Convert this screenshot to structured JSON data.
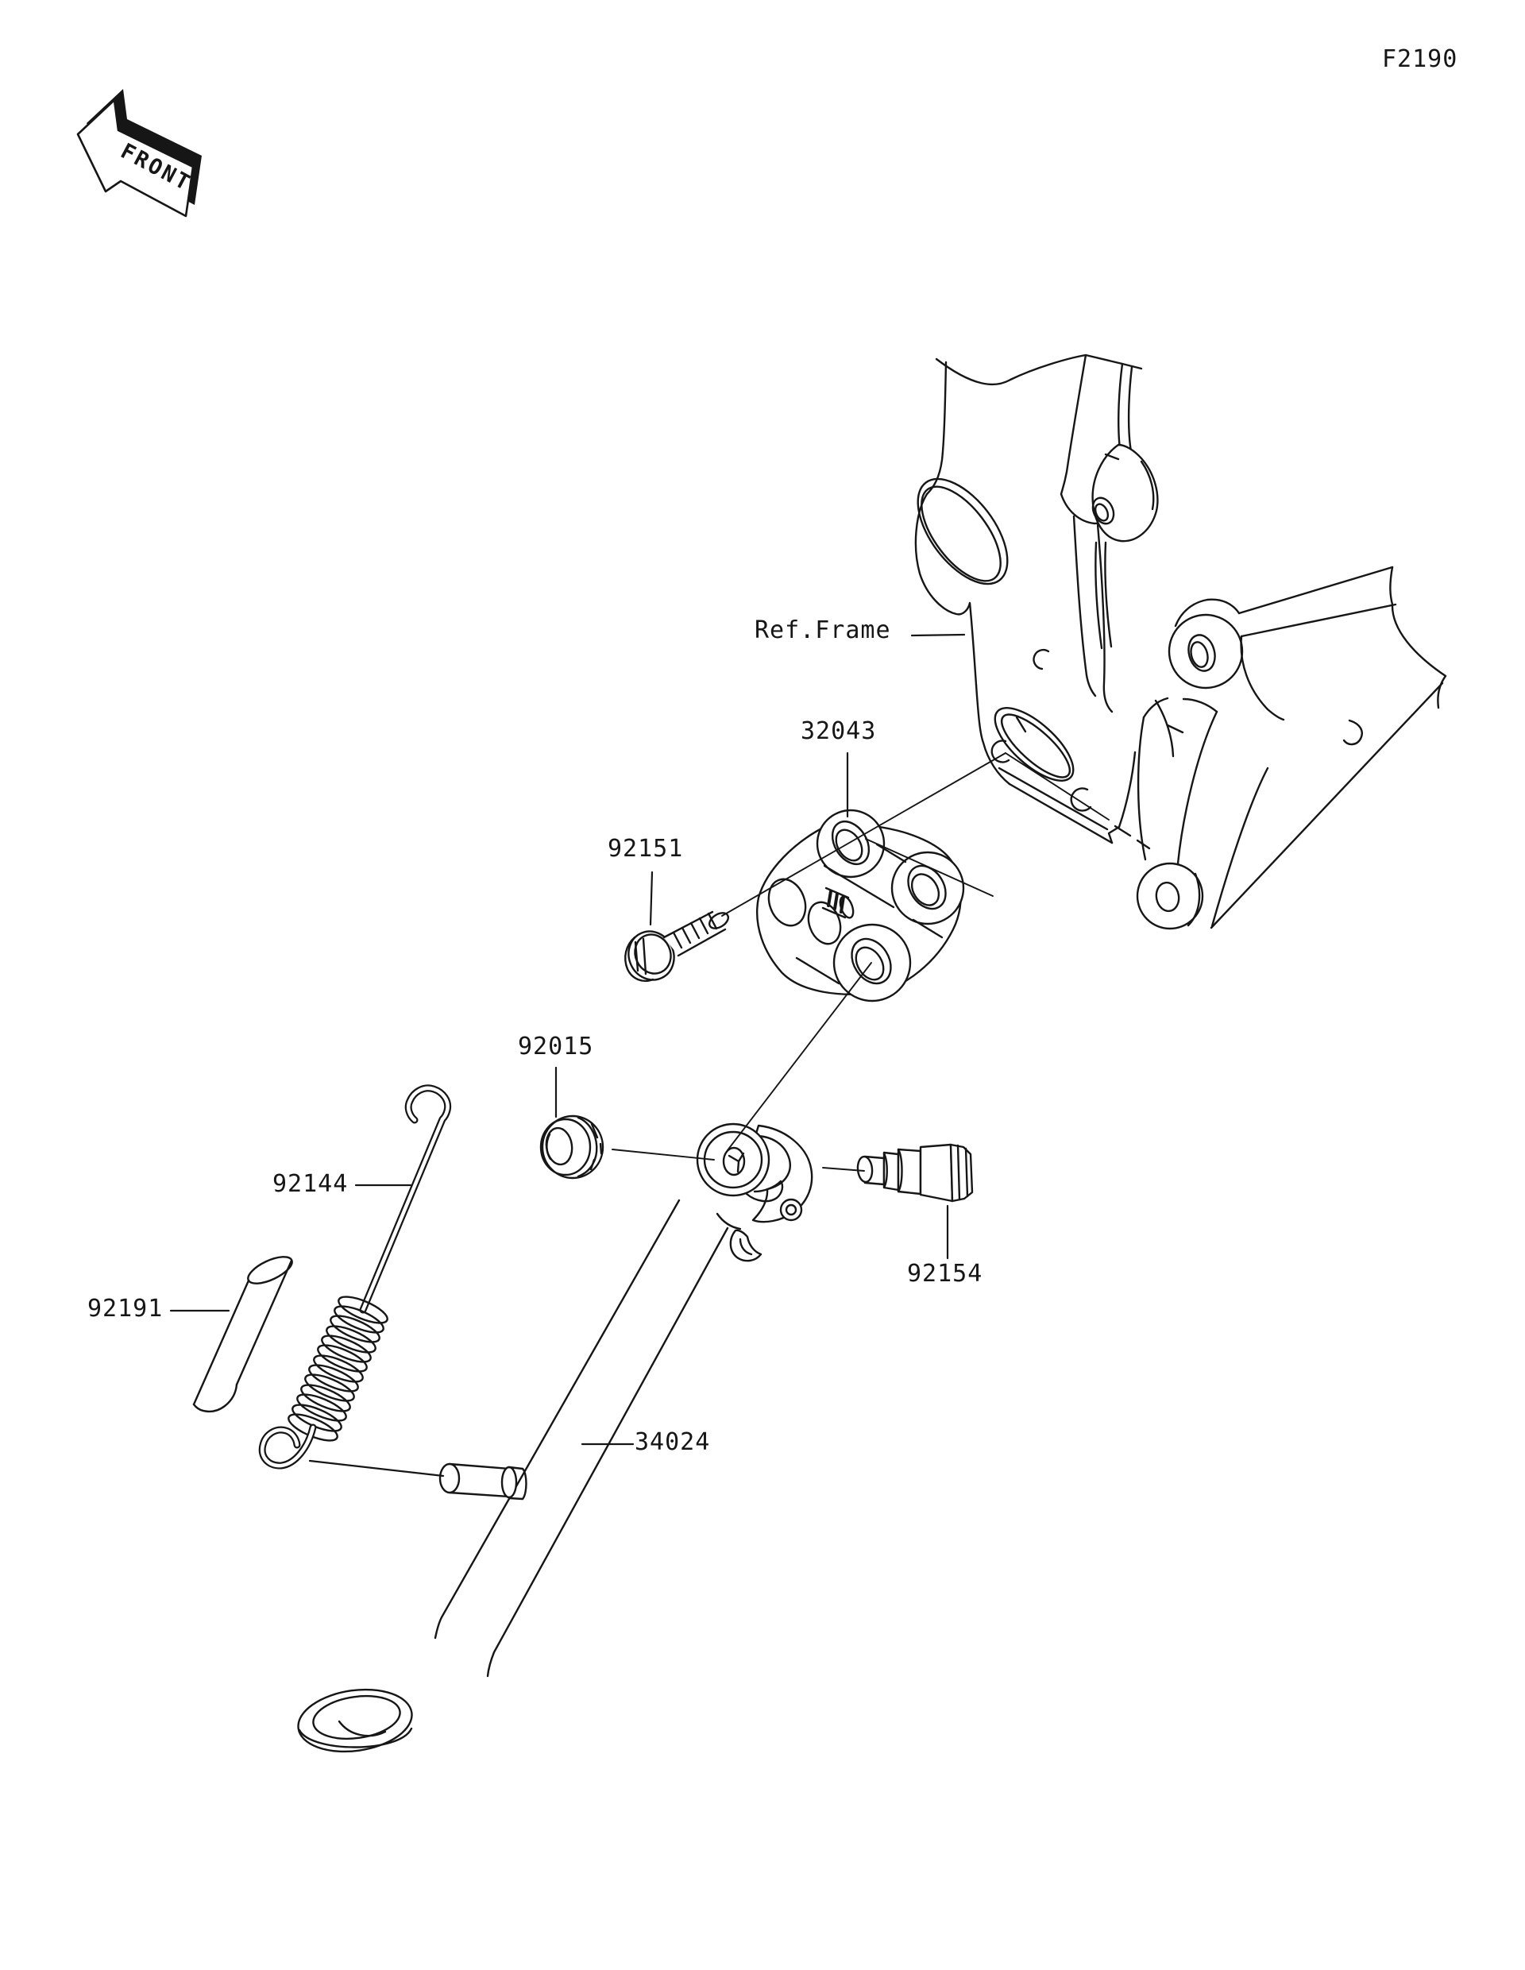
{
  "diagram": {
    "figure_code": "F2190",
    "front_label": "FRONT",
    "ref_frame_label": "Ref.Frame",
    "line_color": "#161616",
    "background": "#ffffff",
    "parts": [
      {
        "id": "32043"
      },
      {
        "id": "92151"
      },
      {
        "id": "92015"
      },
      {
        "id": "92144"
      },
      {
        "id": "92191"
      },
      {
        "id": "92154"
      },
      {
        "id": "34024"
      }
    ]
  }
}
